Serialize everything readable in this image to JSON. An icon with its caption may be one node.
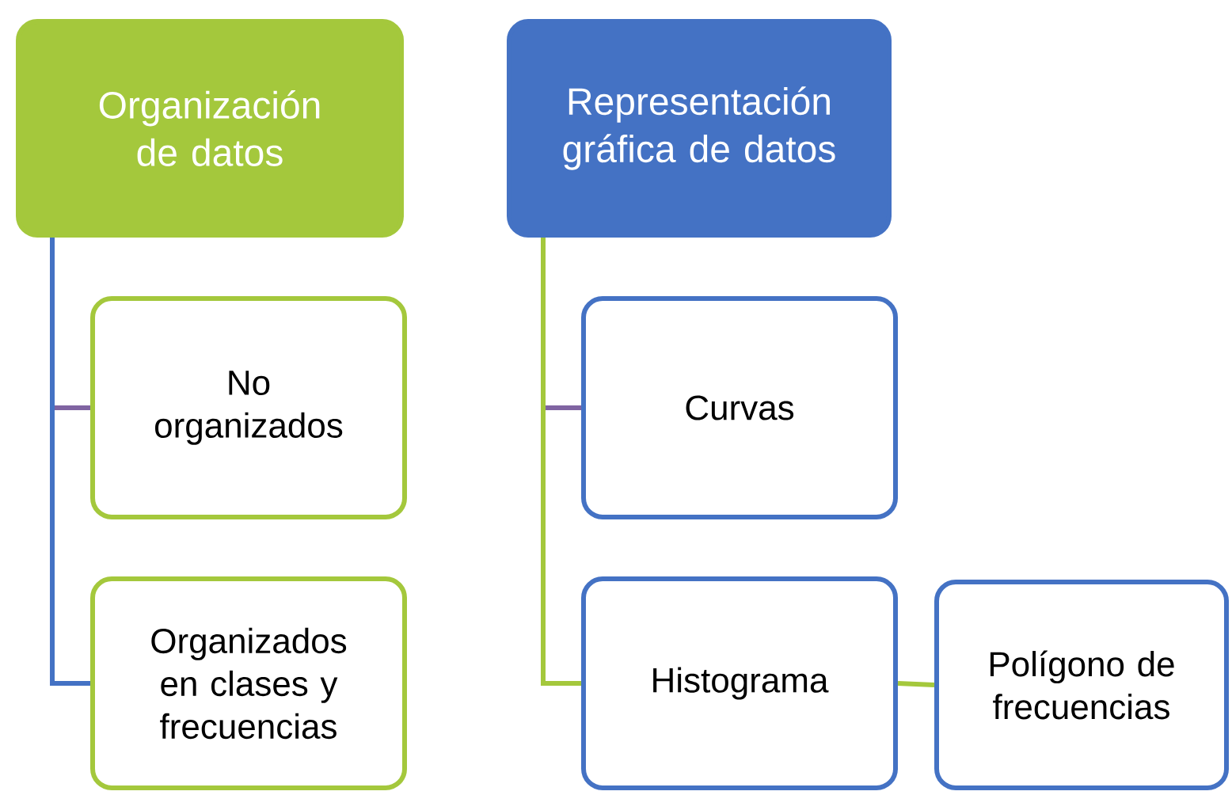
{
  "diagram": {
    "nodes": [
      {
        "text": [
          "Organización de datos"
        ]
      },
      {
        "text": [
          "No organizados"
        ]
      },
      {
        "text": [
          "Organizados en clases y frecuencias"
        ]
      },
      {
        "text": [
          "Representación gráfica de datos"
        ]
      },
      {
        "text": [
          "Curvas"
        ]
      },
      {
        "text": [
          "Histograma"
        ]
      },
      {
        "text": [
          "Polígono de frecuencias"
        ]
      }
    ],
    "edges": [
      {
        "from": 0,
        "to": 1,
        "arrow": "none",
        "color": "#8064a2"
      },
      {
        "from": 0,
        "to": 2,
        "arrow": "none",
        "color": "#4472c4"
      },
      {
        "from": 3,
        "to": 4,
        "arrow": "none",
        "color": "#8064a2"
      },
      {
        "from": 3,
        "to": 5,
        "arrow": "none",
        "color": "#a4c83c"
      },
      {
        "from": 5,
        "to": 6,
        "arrow": "none",
        "color": "#a4c83c"
      }
    ]
  }
}
